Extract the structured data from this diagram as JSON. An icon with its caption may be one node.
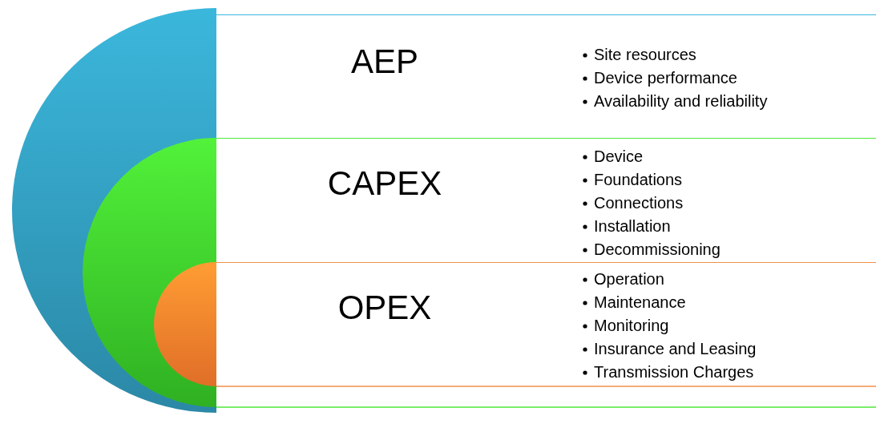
{
  "diagram": {
    "nodes": [
      {
        "text": [],
        "shape": "circle"
      },
      {
        "text": [],
        "shape": "circle",
        "in": 0
      },
      {
        "text": [],
        "shape": "circle",
        "in": 1
      },
      {
        "text": [
          "AEP",
          "Site resources",
          "Device performance",
          "Availability and reliability"
        ]
      },
      {
        "text": [
          "CAPEX",
          "Device",
          "Foundations",
          "Connections",
          "Installation",
          "Decommissioning"
        ]
      },
      {
        "text": [
          "OPEX",
          "Operation",
          "Maintenance",
          "Monitoring",
          "Insurance and Leasing",
          "Transmission Charges"
        ]
      }
    ]
  }
}
